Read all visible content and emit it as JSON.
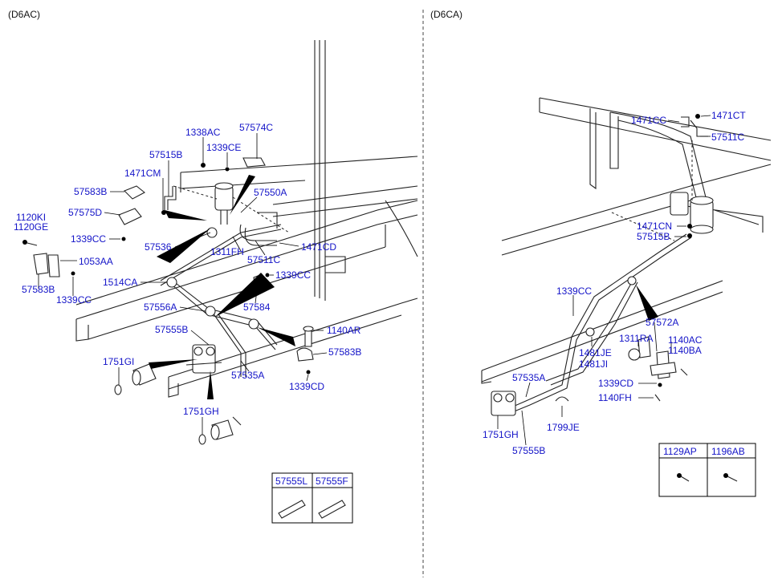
{
  "sections": {
    "left": "(D6AC)",
    "right": "(D6CA)"
  },
  "left_labels": {
    "l1338AC": "1338AC",
    "l57574C": "57574C",
    "l1339CE": "1339CE",
    "l57515B": "57515B",
    "l1471CM": "1471CM",
    "l57583B_a": "57583B",
    "l57550A": "57550A",
    "l57575D": "57575D",
    "l1120KI": "1120KI",
    "l1120GE": "1120GE",
    "l1339CC_a": "1339CC",
    "l57536": "57536",
    "l1311FH": "1311FH",
    "l57511C": "57511C",
    "l1471CD": "1471CD",
    "l1053AA": "1053AA",
    "l1514CA": "1514CA",
    "l1339CC_b": "1339CC",
    "l57583B_b": "57583B",
    "l1339CC_c": "1339CC",
    "l57556A": "57556A",
    "l57584": "57584",
    "l57555B": "57555B",
    "l1140AR": "1140AR",
    "l57583B_c": "57583B",
    "l1751GI": "1751GI",
    "l57535A": "57535A",
    "l1339CD": "1339CD",
    "l1751GH": "1751GH"
  },
  "left_table": [
    "57555L",
    "57555F"
  ],
  "right_labels": {
    "r1471CC": "1471CC",
    "r1471CT": "1471CT",
    "r57511C": "57511C",
    "r1471CN": "1471CN",
    "r57515B": "57515B",
    "r1339CC": "1339CC",
    "r57572A": "57572A",
    "r1311RA": "1311RA",
    "r1140AC": "1140AC",
    "r1140BA": "1140BA",
    "r1481JE": "1481JE",
    "r1481JI": "1481JI",
    "r57535A": "57535A",
    "r1339CD": "1339CD",
    "r1140FH": "1140FH",
    "r1799JE": "1799JE",
    "r1751GH": "1751GH",
    "r57555B": "57555B"
  },
  "right_table": [
    "1129AP",
    "1196AB"
  ]
}
